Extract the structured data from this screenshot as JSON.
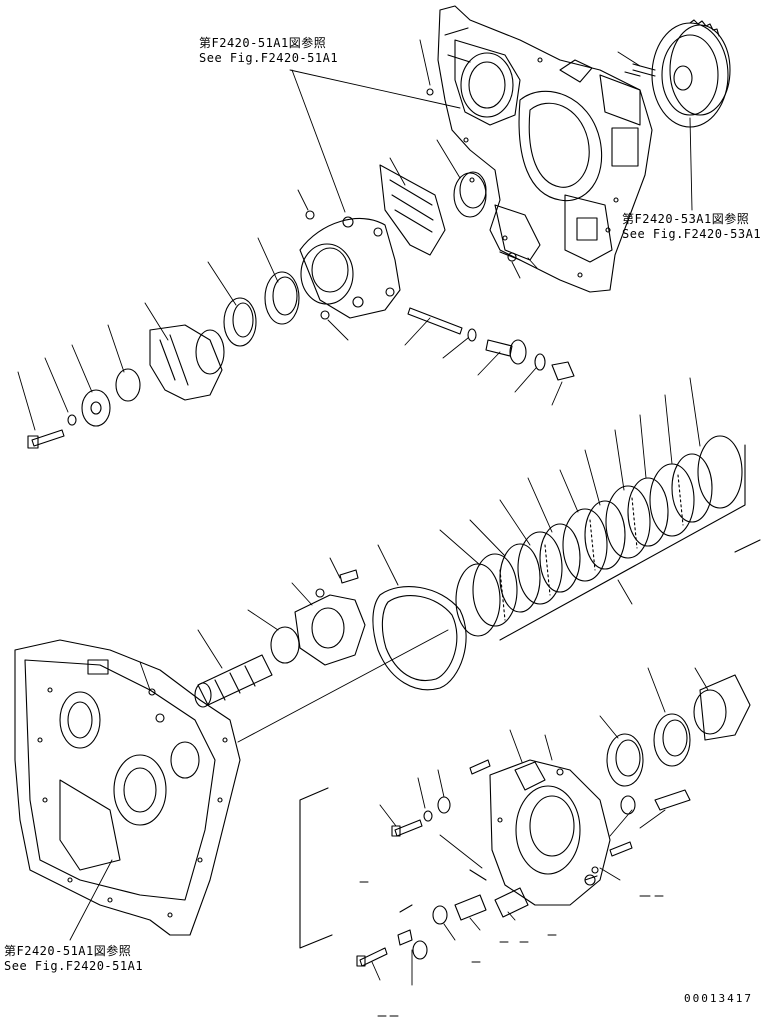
{
  "references": {
    "top": {
      "line1": "第F2420-51A1図参照",
      "line2": "See Fig.F2420-51A1"
    },
    "right": {
      "line1": "第F2420-53A1図参照",
      "line2": "See Fig.F2420-53A1"
    },
    "bottom": {
      "line1": "第F2420-51A1図参照",
      "line2": "See Fig.F2420-51A1"
    }
  },
  "drawing_id": "00013417"
}
